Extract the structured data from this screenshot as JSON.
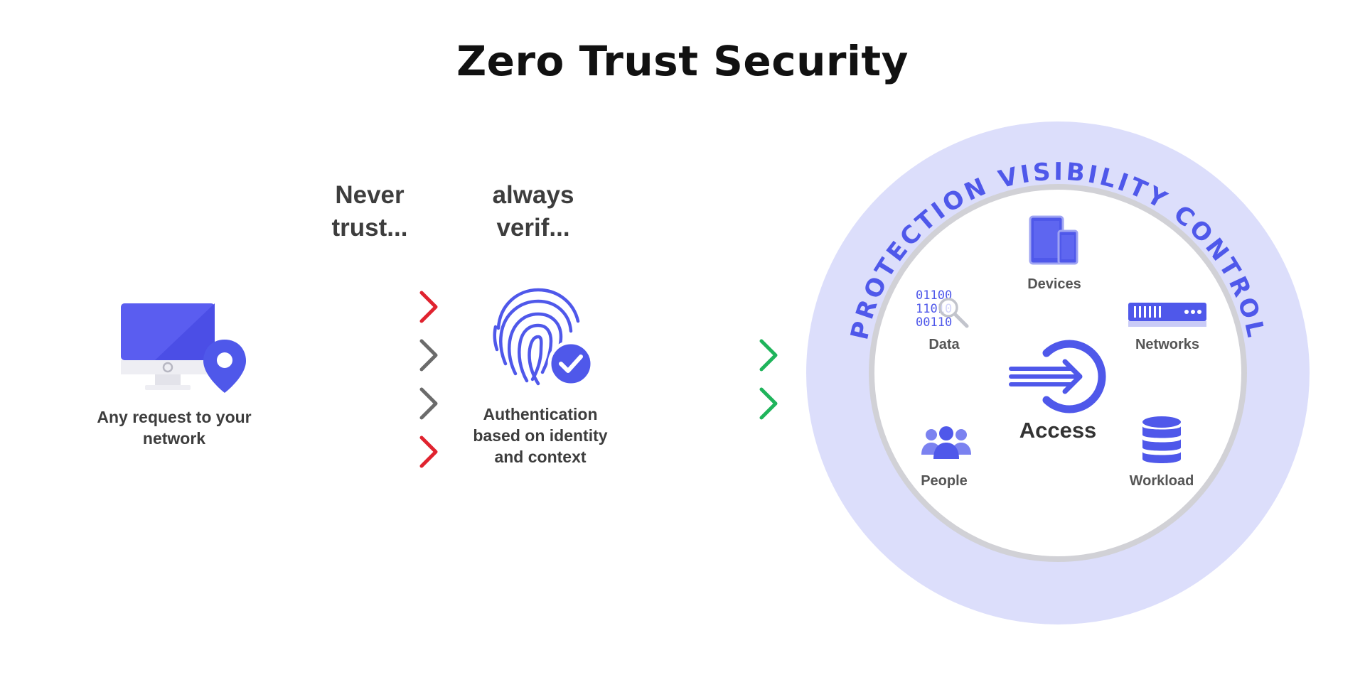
{
  "title": "Zero Trust Security",
  "slogan_left": [
    "Never",
    "trust..."
  ],
  "slogan_right": [
    "always",
    "verif..."
  ],
  "request_caption": [
    "Any request to your",
    "network"
  ],
  "auth_caption": [
    "Authentication",
    "based on identity",
    "and context"
  ],
  "ring_text": "PROTECTION VISIBILITY CONTROL",
  "center_label": "Access",
  "nodes": {
    "devices": "Devices",
    "data": "Data",
    "networks": "Networks",
    "people": "People",
    "workload": "Workload"
  },
  "data_icon_rows": [
    "01100",
    "11010",
    "00110"
  ],
  "colors": {
    "accent": "#4f58ea",
    "ring": "#dcdefb",
    "deny": "#e0232f",
    "neutral": "#6b6b6b",
    "allow": "#1fb45b"
  }
}
